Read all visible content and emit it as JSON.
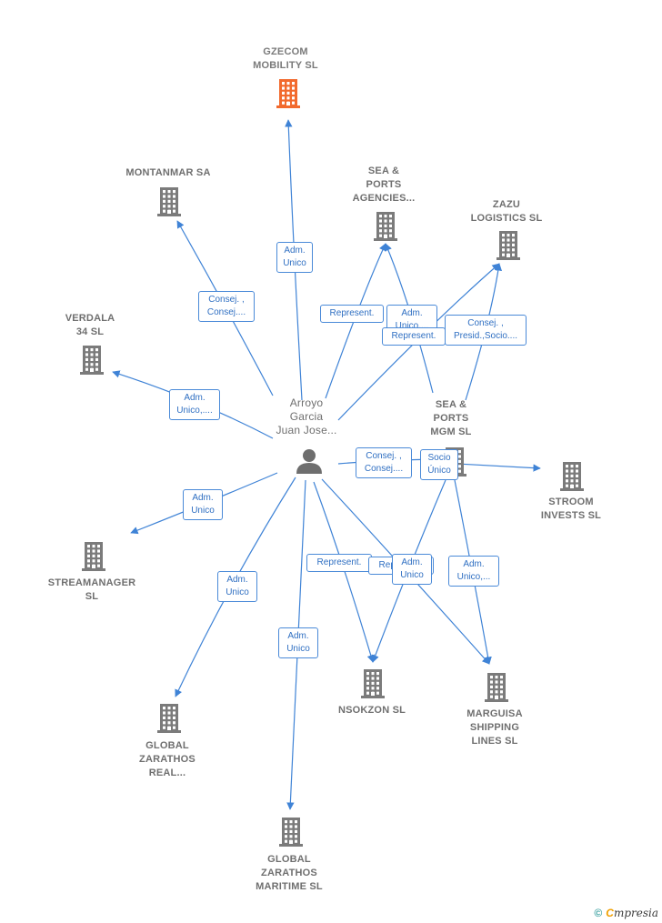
{
  "colors": {
    "edge": "#3f83d6",
    "building": "#7b7b7b",
    "building_highlight": "#f26a2e",
    "person": "#6e6e6e"
  },
  "nodes": [
    {
      "id": "gzecom",
      "label": "GZECOM\nMOBILITY  SL",
      "icon": "building-icon",
      "highlight": true
    },
    {
      "id": "montanmar",
      "label": "MONTANMAR SA",
      "icon": "building-icon"
    },
    {
      "id": "seaports_agencies",
      "label": "SEA &\nPORTS\nAGENCIES...",
      "icon": "building-icon"
    },
    {
      "id": "zazu",
      "label": "ZAZU\nLOGISTICS  SL",
      "icon": "building-icon"
    },
    {
      "id": "verdala",
      "label": "VERDALA\n34 SL",
      "icon": "building-icon"
    },
    {
      "id": "person",
      "label": "Arroyo\nGarcia\nJuan Jose...",
      "icon": "person-icon"
    },
    {
      "id": "seaports_mgm",
      "label": "SEA &\nPORTS\nMGM  SL",
      "icon": "building-icon"
    },
    {
      "id": "stroom",
      "label": "STROOM\nINVESTS  SL",
      "icon": "building-icon"
    },
    {
      "id": "streamanager",
      "label": "STREAMANAGER\nSL",
      "icon": "building-icon"
    },
    {
      "id": "nsokzon",
      "label": "NSOKZON  SL",
      "icon": "building-icon"
    },
    {
      "id": "marguisa",
      "label": "MARGUISA\nSHIPPING\nLINES  SL",
      "icon": "building-icon"
    },
    {
      "id": "gz_real",
      "label": "GLOBAL\nZARATHOS\nREAL...",
      "icon": "building-icon"
    },
    {
      "id": "gz_maritime",
      "label": "GLOBAL\nZARATHOS\nMARITIME  SL",
      "icon": "building-icon"
    }
  ],
  "edges": [
    {
      "from": "person",
      "to": "gzecom",
      "label": "Adm.\nUnico"
    },
    {
      "from": "person",
      "to": "montanmar",
      "label": "Consej. ,\nConsej...."
    },
    {
      "from": "person",
      "to": "seaports_agencies",
      "label": "Represent."
    },
    {
      "from": "seaports_mgm",
      "to": "seaports_agencies",
      "label": "Adm.\nUnico,..."
    },
    {
      "from": "person",
      "to": "zazu",
      "label": "Represent."
    },
    {
      "from": "seaports_mgm",
      "to": "zazu",
      "label": "Consej. ,\nPresid.,Socio...."
    },
    {
      "from": "person",
      "to": "verdala",
      "label": "Adm.\nUnico,...."
    },
    {
      "from": "person",
      "to": "seaports_mgm",
      "label": "Consej. ,\nConsej...."
    },
    {
      "from": "seaports_mgm",
      "to": "stroom",
      "label": "Socio\nÚnico"
    },
    {
      "from": "person",
      "to": "streamanager",
      "label": "Adm.\nUnico"
    },
    {
      "from": "person",
      "to": "gz_real",
      "label": "Adm.\nUnico"
    },
    {
      "from": "person",
      "to": "gz_maritime",
      "label": "Adm.\nUnico"
    },
    {
      "from": "person",
      "to": "nsokzon",
      "label": "Represent."
    },
    {
      "from": "person",
      "to": "marguisa",
      "label": "Represent."
    },
    {
      "from": "seaports_mgm",
      "to": "nsokzon",
      "label": "Adm.\nUnico"
    },
    {
      "from": "seaports_mgm",
      "to": "marguisa",
      "label": "Adm.\nUnico,..."
    }
  ],
  "footer": {
    "copyright": "©",
    "brand_initial": "C",
    "brand_rest": "mpresia"
  }
}
